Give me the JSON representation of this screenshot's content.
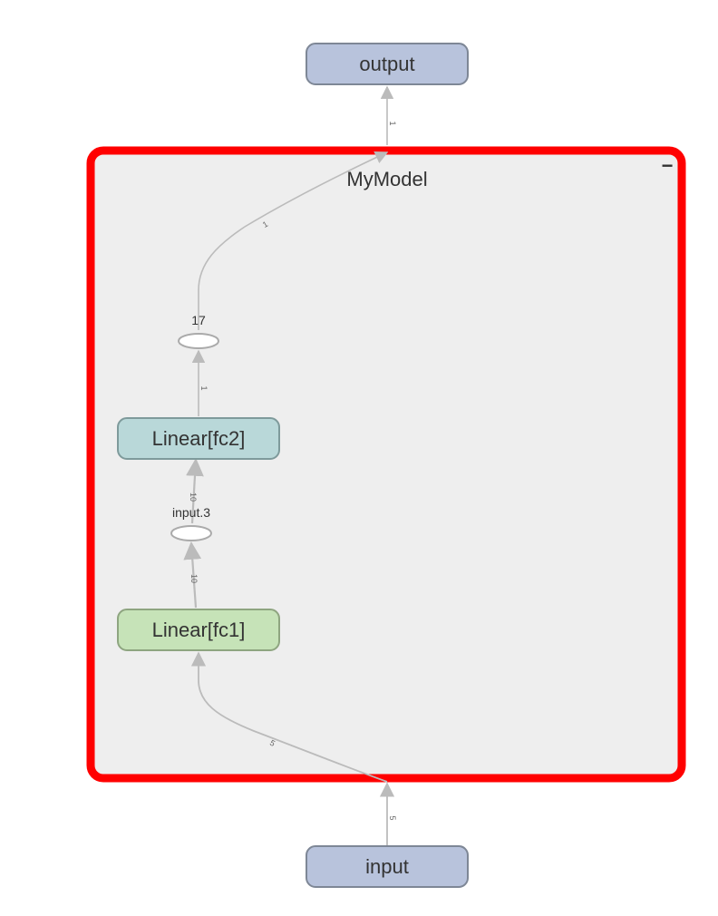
{
  "graph": {
    "scope": {
      "label": "MyModel",
      "collapse_symbol": "−"
    },
    "nodes": {
      "output": "output",
      "input": "input",
      "fc1": "Linear[fc1]",
      "fc2": "Linear[fc2]",
      "op_17": "17",
      "op_input3": "input.3"
    },
    "edge_labels": {
      "scope_to_output": "1",
      "op17_to_scope": "1",
      "fc2_to_op17": "1",
      "op_input3_to_fc2": "10",
      "fc1_to_op_input3": "10",
      "scope_to_fc1": "5",
      "input_to_scope": "5"
    }
  },
  "colors": {
    "scope_border": "#ff0000",
    "scope_fill": "#eeeeee",
    "io_fill": "#b8c3dc",
    "io_stroke": "#7e8796",
    "fc1_fill": "#c6e3b8",
    "fc1_stroke": "#8ea580",
    "fc2_fill": "#b9d8d9",
    "fc2_stroke": "#7e9a9b",
    "edge": "#bbbbbb",
    "text": "#333333"
  }
}
